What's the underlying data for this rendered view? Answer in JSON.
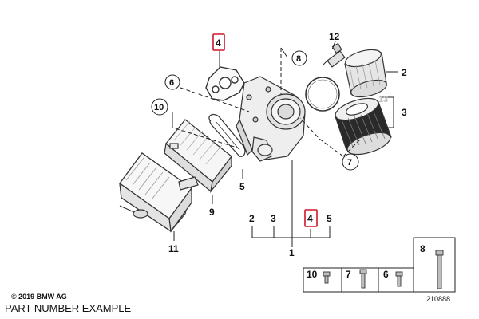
{
  "labels": {
    "p1": "1",
    "p2": "2",
    "p3": "3",
    "p4": "4",
    "p5": "5",
    "p6": "6",
    "p7": "7",
    "p8": "8",
    "p9": "9",
    "p10": "10",
    "p11": "11",
    "p12": "12",
    "p13": "13"
  },
  "group_labels": [
    "2",
    "3",
    "4",
    "5"
  ],
  "bolt_labels": [
    "10",
    "7",
    "6",
    "8"
  ],
  "highlight_color": "#d0162a",
  "copyright": "© 2019 BMW AG",
  "footer": "PART NUMBER EXAMPLE",
  "drawing_number": "210888"
}
